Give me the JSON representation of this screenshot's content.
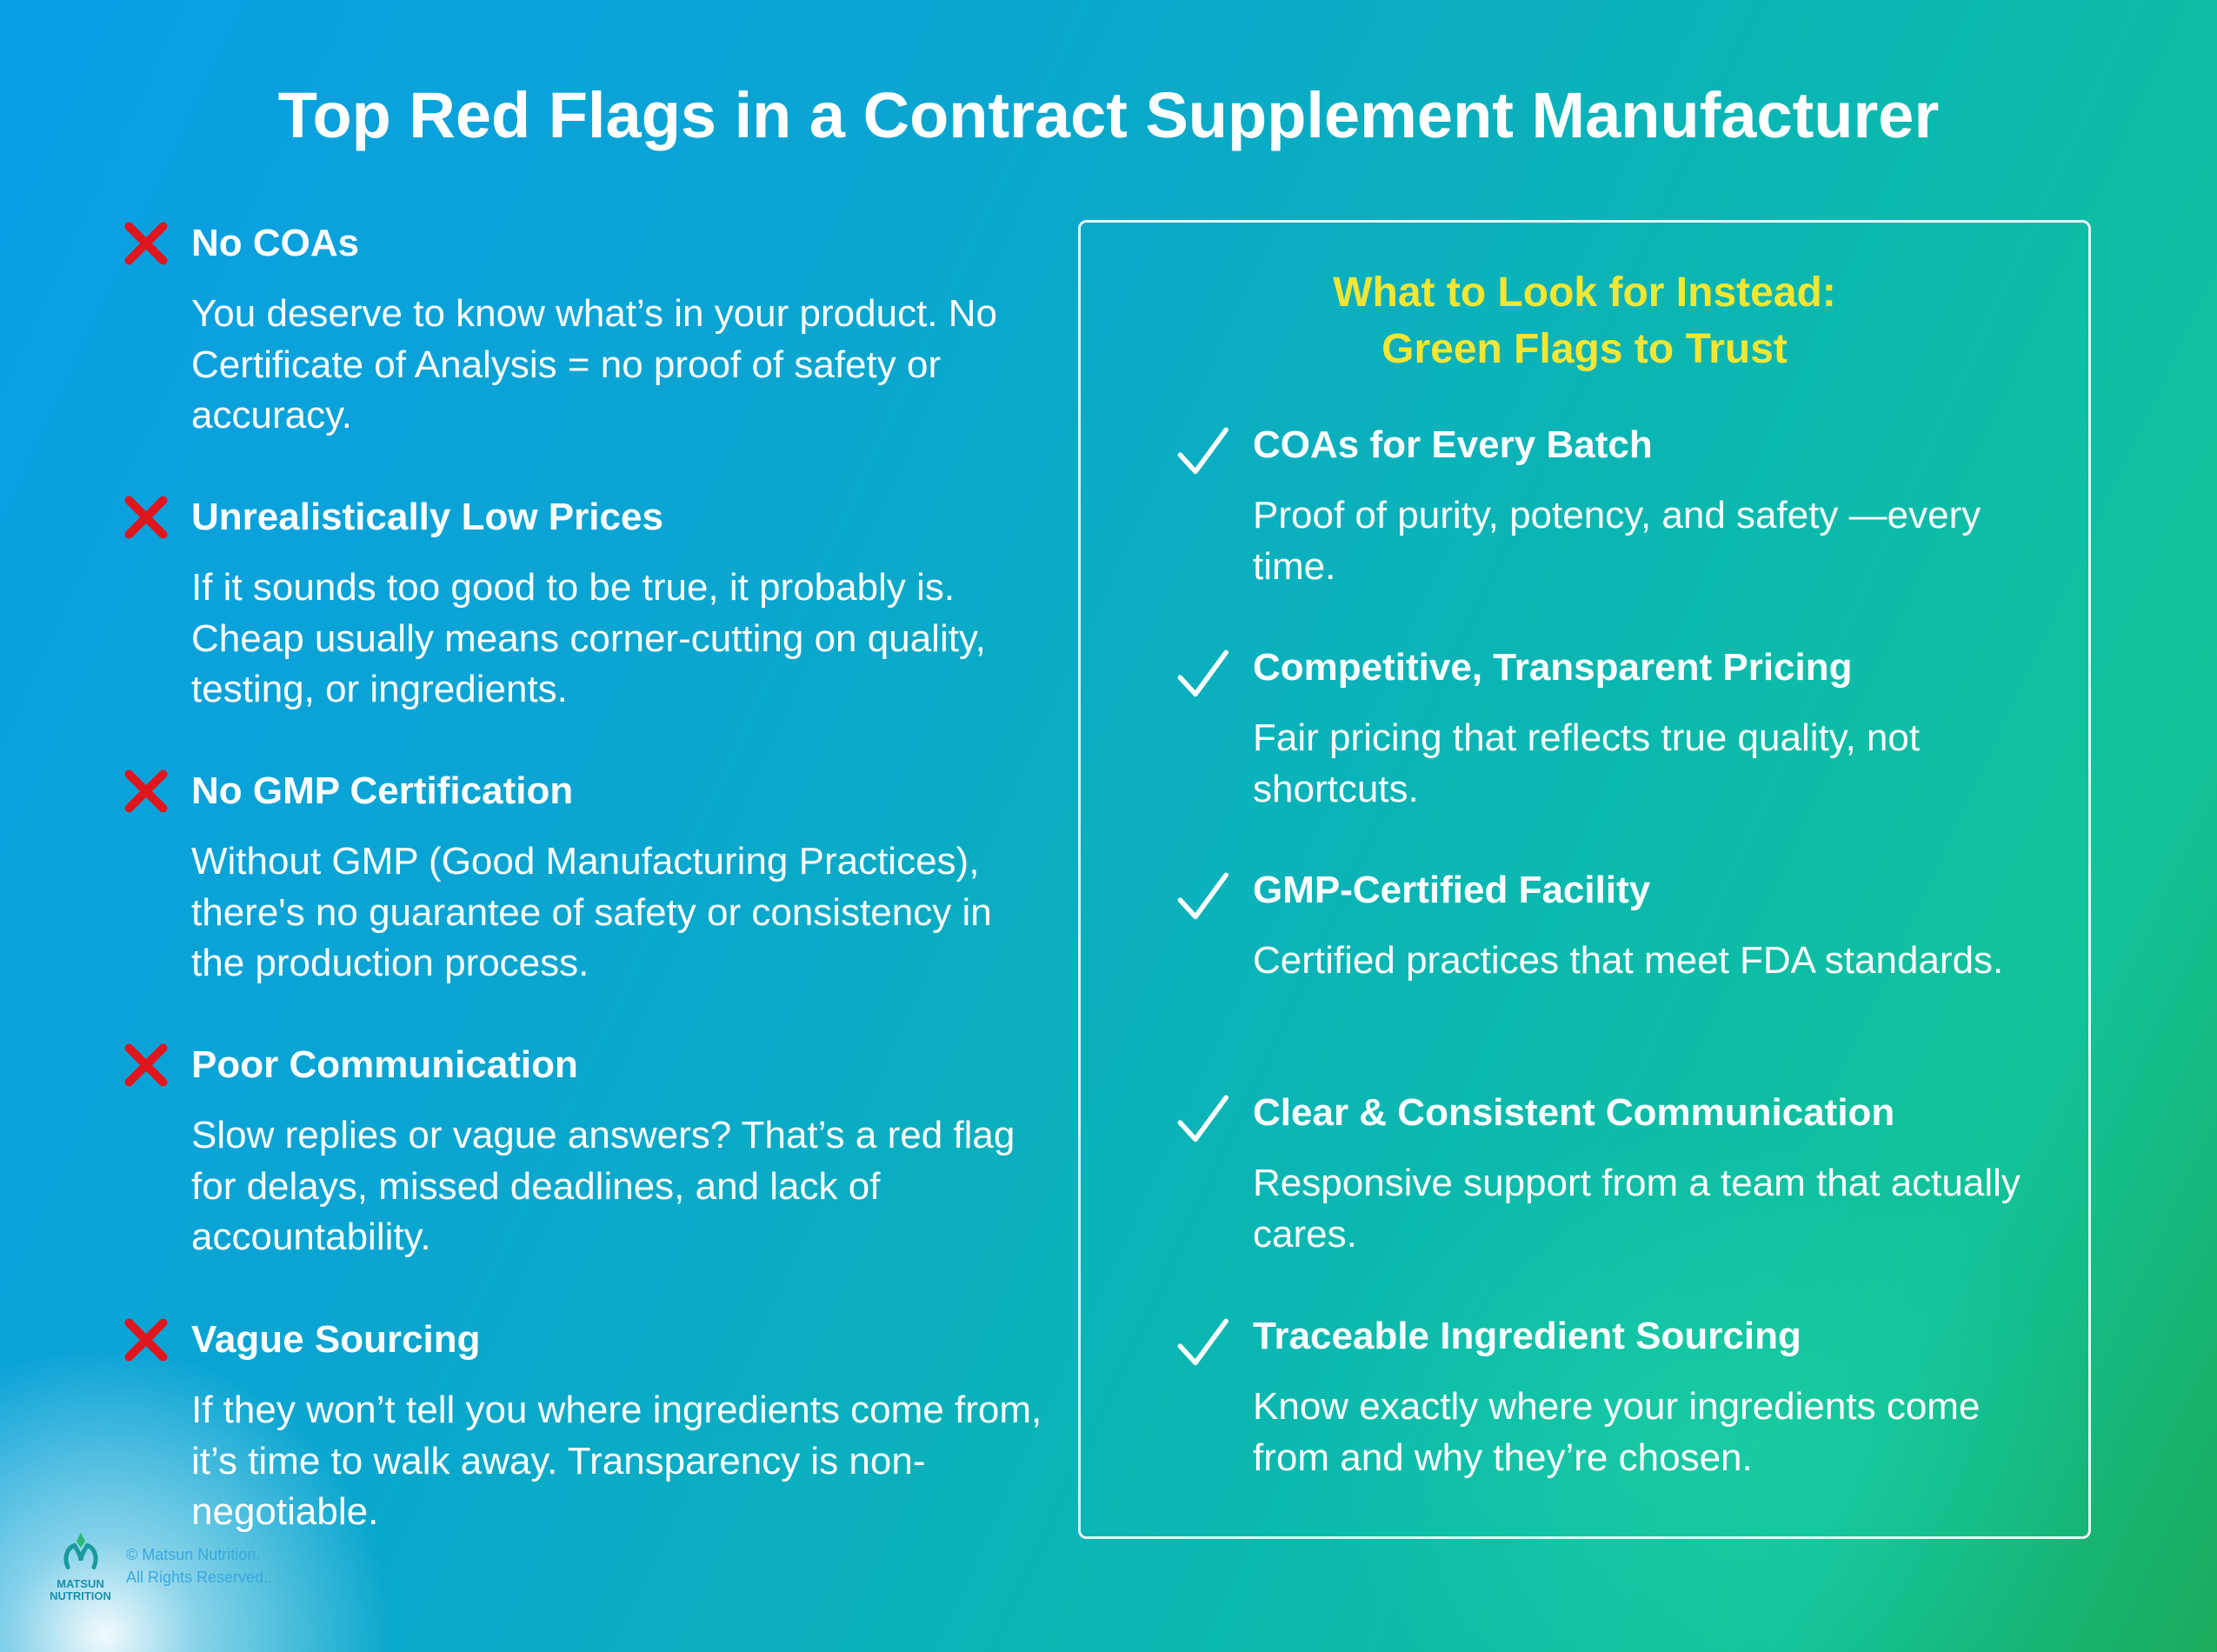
{
  "title": "Top Red Flags in a Contract Supplement Manufacturer",
  "red_flags": [
    {
      "heading": "No COAs",
      "body": "You deserve to know what’s in your product. No Certificate of Analysis = no proof of safety or accuracy."
    },
    {
      "heading": "Unrealistically Low Prices",
      "body": "If it sounds too good to be true, it probably is. Cheap usually means corner-cutting on quality, testing, or ingredients."
    },
    {
      "heading": "No GMP Certification",
      "body": "Without GMP (Good Manufacturing Practices), there's no guarantee of safety or consistency in the production process."
    },
    {
      "heading": "Poor Communication",
      "body": "Slow replies or vague answers? That’s a red flag for delays, missed deadlines, and lack of accountability."
    },
    {
      "heading": "Vague Sourcing",
      "body": "If they won’t tell you where ingredients come from, it’s time to walk away. Transparency is non-negotiable."
    }
  ],
  "green_box": {
    "heading_line1": "What to Look for Instead:",
    "heading_line2": "Green Flags to Trust",
    "items": [
      {
        "heading": "COAs for Every Batch",
        "body": "Proof of purity, potency, and safety —every time."
      },
      {
        "heading": "Competitive, Transparent Pricing",
        "body": "Fair pricing that reflects true quality, not shortcuts."
      },
      {
        "heading": "GMP-Certified Facility",
        "body": "Certified practices that meet FDA standards."
      },
      {
        "heading": "Clear & Consistent Communication",
        "body": "Responsive support from a team that actually cares."
      },
      {
        "heading": "Traceable Ingredient Sourcing",
        "body": "Know exactly where your ingredients come from and why they’re chosen."
      }
    ]
  },
  "footer": {
    "logo_text": "MATSUN NUTRITION",
    "copyright_line1": "© Matsun Nutrition.",
    "copyright_line2": "All Rights Reserved.."
  },
  "colors": {
    "red_x": "#e0161e",
    "yellow_heading": "#f5e634",
    "logo_teal": "#1a9a9a"
  }
}
